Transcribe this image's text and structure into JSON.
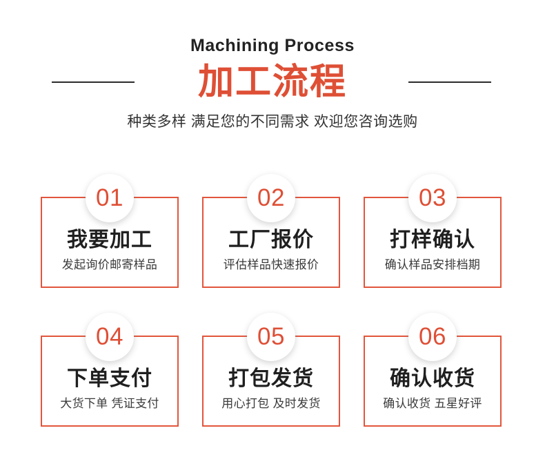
{
  "header": {
    "eyebrow": "Machining Process",
    "title_cn": "加工流程",
    "subtitle": "种类多样 满足您的不同需求 欢迎您咨询选购",
    "accent_color": "#de4f35",
    "rule_color": "#2b2b2b",
    "text_color": "#222222"
  },
  "theme": {
    "border_color": "#e2553c",
    "badge_number_color": "#de4f35",
    "card_title_color": "#1f1f1f",
    "card_desc_color": "#3a3a3a",
    "background": "#ffffff"
  },
  "steps": [
    {
      "number": "01",
      "title": "我要加工",
      "desc": "发起询价邮寄样品"
    },
    {
      "number": "02",
      "title": "工厂报价",
      "desc": "评估样品快速报价"
    },
    {
      "number": "03",
      "title": "打样确认",
      "desc": "确认样品安排档期"
    },
    {
      "number": "04",
      "title": "下单支付",
      "desc": "大货下单 凭证支付"
    },
    {
      "number": "05",
      "title": "打包发货",
      "desc": "用心打包 及时发货"
    },
    {
      "number": "06",
      "title": "确认收货",
      "desc": "确认收货 五星好评"
    }
  ]
}
